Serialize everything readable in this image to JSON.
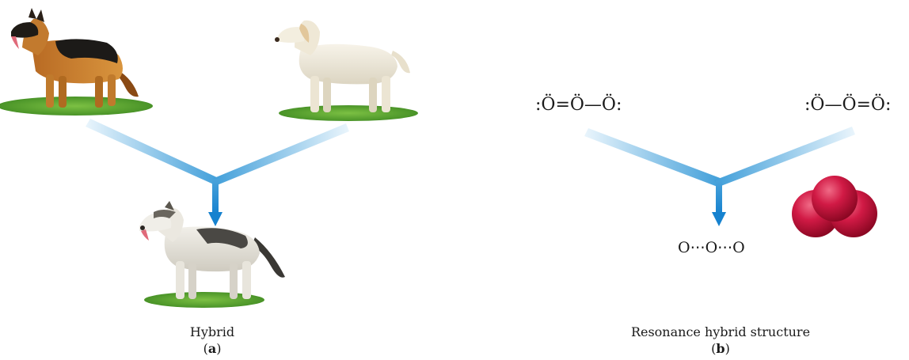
{
  "panel_a": {
    "caption": "Hybrid",
    "letter": "a",
    "images": {
      "left_parent": "german-shepherd-dog",
      "right_parent": "yellow-labrador-dog",
      "offspring": "hybrid-mixed-breed-dog"
    }
  },
  "panel_b": {
    "caption": "Resonance hybrid structure",
    "letter": "b",
    "structure_left": ":Ö=Ö—Ö:",
    "structure_right": ":Ö—Ö=Ö:",
    "hybrid_formula": "O⋯O⋯O",
    "model": "ozone-space-filling-model"
  },
  "colors": {
    "arrow_blue": "#1e8fd6",
    "arrow_light": "#cfe7f7",
    "molecule_red": "#c8103a",
    "grass_green": "#4e9a2e"
  }
}
